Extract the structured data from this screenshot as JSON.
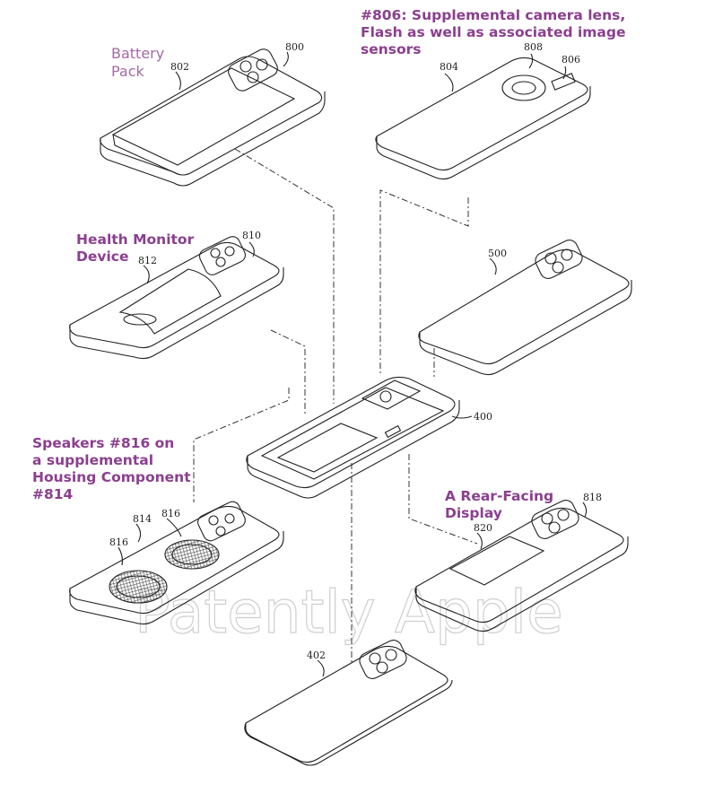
{
  "labels": {
    "battery_pack": "Battery\nPack",
    "supplemental_camera": "#806: Supplemental camera lens,\nFlash as well as associated image\nsensors",
    "health_monitor": "Health Monitor\nDevice",
    "speakers": "Speakers #816 on\na supplemental\nHousing Component\n#814",
    "rear_display": "A Rear-Facing\nDisplay"
  },
  "reference_numbers": {
    "r800": "800",
    "r802": "802",
    "r804": "804",
    "r806": "806",
    "r808": "808",
    "r810": "810",
    "r812": "812",
    "r500": "500",
    "r400": "400",
    "r814": "814",
    "r816a": "816",
    "r816b": "816",
    "r818": "818",
    "r820": "820",
    "r402": "402"
  },
  "watermark": "Patently Apple"
}
